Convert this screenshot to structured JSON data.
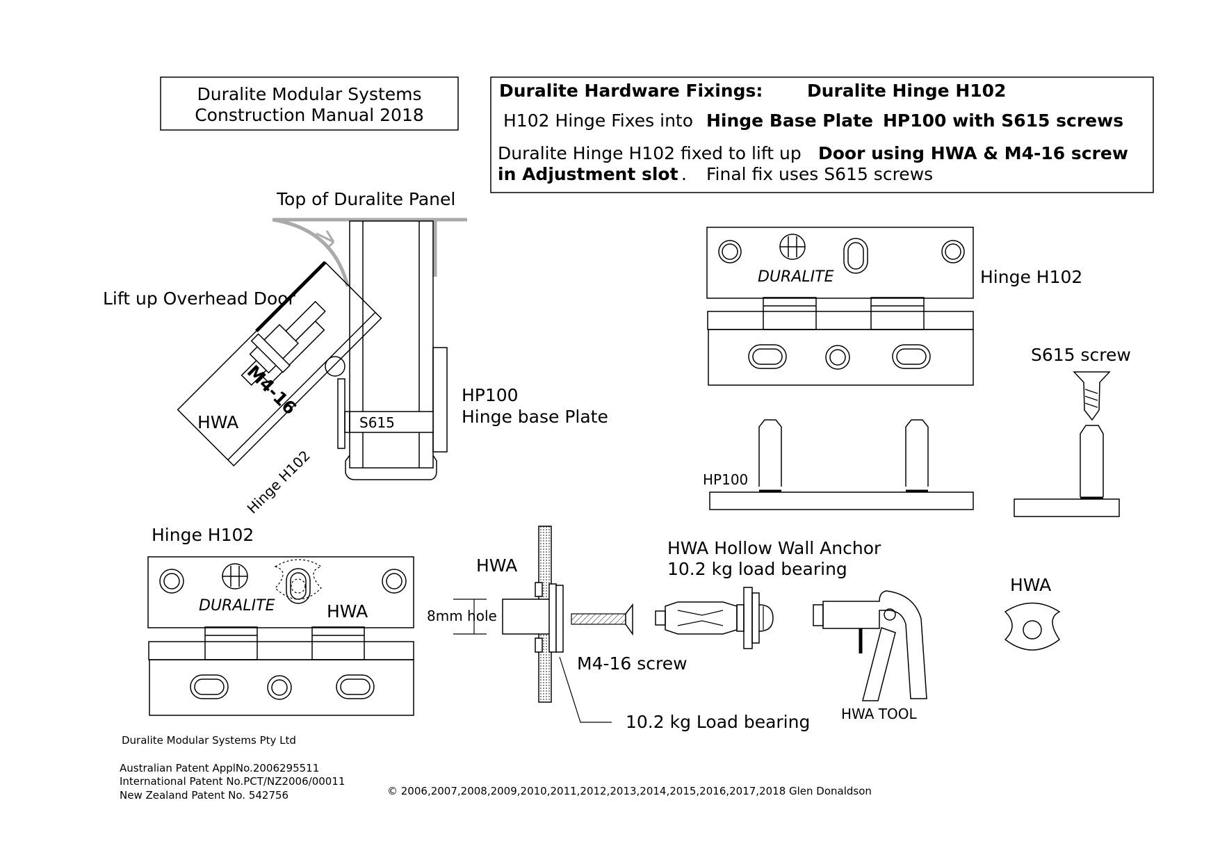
{
  "title_box": {
    "line1": "Duralite Modular Systems",
    "line2": "Construction Manual 2018"
  },
  "info_box": {
    "line1_a": "Duralite Hardware Fixings:",
    "line1_b": "Duralite Hinge H102",
    "line2_a": "H102 Hinge Fixes into",
    "line2_b": "Hinge Base Plate",
    "line2_c": "HP100 with S615 screws",
    "line3_a": "Duralite Hinge H102 fixed to lift up",
    "line3_b": "Door using HWA & M4-16 screw",
    "line4_a": "in Adjustment slot",
    "line4_b": ".",
    "line4_c": "Final fix uses S615 screws"
  },
  "labels": {
    "top_panel": "Top of Duralite Panel",
    "lift_door": "Lift up Overhead Door",
    "m4_16": "M4-16",
    "hwa_door": "HWA",
    "s615_door": "S615",
    "hinge_rot": "Hinge H102",
    "hp100": "HP100",
    "hp100_desc": "Hinge base Plate",
    "hinge_right": "Hinge H102",
    "duralite_right": "DURALITE",
    "s615_screw": "S615 screw",
    "hp100_small": "HP100",
    "hinge_bl": "Hinge H102",
    "duralite_bl": "DURALITE",
    "hwa_bl": "HWA",
    "hwa_wall": "HWA",
    "hole": "8mm hole",
    "m4_screw": "M4-16 screw",
    "load_bearing": "10.2 kg Load bearing",
    "hwa_anchor_1": "HWA Hollow Wall Anchor",
    "hwa_anchor_2": "10.2 kg load bearing",
    "hwa_tool": "HWA TOOL",
    "hwa_right": "HWA"
  },
  "footer": {
    "company": "Duralite Modular Systems Pty Ltd",
    "patent1": "Australian Patent ApplNo.2006295511",
    "patent2": "International Patent No.PCT/NZ2006/00011",
    "patent3": "New Zealand Patent No. 542756",
    "copyright": "© 2006,2007,2008,2009,2010,2011,2012,2013,2014,2015,2016,2017,2018 Glen Donaldson"
  }
}
